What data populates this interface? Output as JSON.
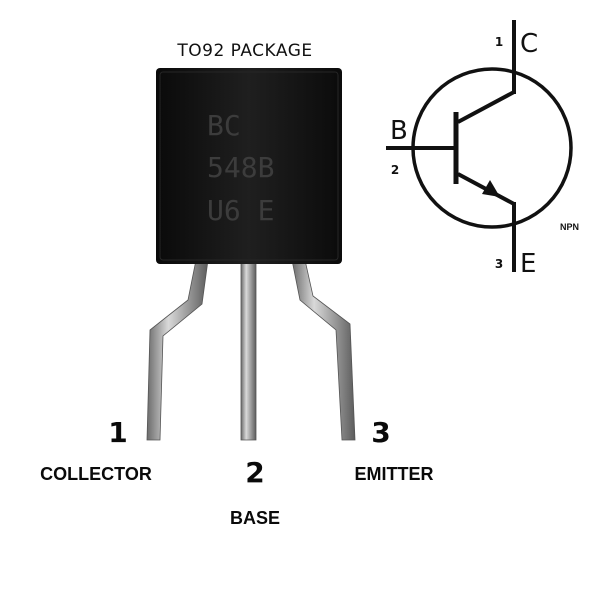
{
  "package": {
    "title": "TO92 PACKAGE",
    "marking_lines": [
      "BC",
      "548B",
      "U6 E"
    ]
  },
  "pins": [
    {
      "number": "1",
      "name": "COLLECTOR"
    },
    {
      "number": "2",
      "name": "BASE"
    },
    {
      "number": "3",
      "name": "EMITTER"
    }
  ],
  "symbol": {
    "type": "NPN",
    "collector": {
      "letter": "C",
      "pin": "1"
    },
    "base": {
      "letter": "B",
      "pin": "2"
    },
    "emitter": {
      "letter": "E",
      "pin": "3"
    }
  }
}
